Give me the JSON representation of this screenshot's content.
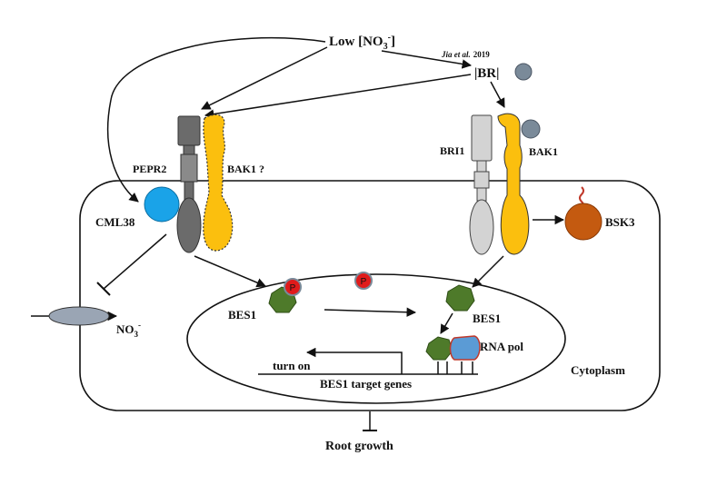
{
  "labels": {
    "low_nitrate": "Low [NO",
    "low_nitrate_sub": "3",
    "low_nitrate_sup": "-",
    "low_nitrate_close": "]",
    "citation_italic": "Jia et al.",
    "citation_year": "2019",
    "br": "|BR|",
    "pepr2": "PEPR2",
    "bak1_question": "BAK1 ?",
    "bri1": "BRI1",
    "bak1": "BAK1",
    "cml38": "CML38",
    "bsk3": "BSK3",
    "bes1_left": "BES1",
    "bes1_right": "BES1",
    "phospho": "P",
    "phospho_free": "P",
    "rna_pol": "RNA pol",
    "turn_on": "turn on",
    "target_genes": "BES1 target genes",
    "cytoplasm": "Cytoplasm",
    "nitrate": "NO",
    "nitrate_sub": "3",
    "nitrate_sup": "-",
    "root_growth": "Root growth"
  },
  "colors": {
    "pepr2_receptor": "#6b6b6b",
    "pepr2_dark": "#555555",
    "bri1_receptor": "#d3d3d3",
    "bak1": "#fbbf0e",
    "cml38": "#1aa3e8",
    "bsk3": "#c45a10",
    "bes1": "#4e7a2a",
    "phospho": "#e01b1b",
    "br_ligand": "#7a8a99",
    "rna_pol": "#5b9bd5",
    "transporter": "#9aa5b4"
  }
}
